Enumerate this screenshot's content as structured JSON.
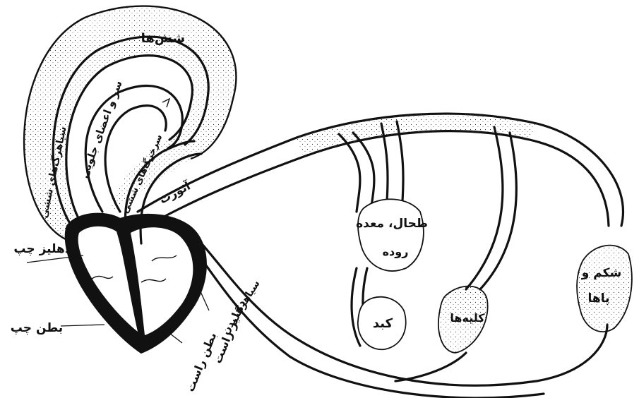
{
  "labels": {
    "lungs": "شش‌ها",
    "head": "سر و اعضای جلویی",
    "pulmonary_vein": "سیاهرگ‌های ششی",
    "pulmonary_artery": "سرخرگ‌های ششی",
    "aorta": "آئورت",
    "body_vein": "سیاهرگ بدن",
    "spleen_stomach": "طحال، معده",
    "intestine": "روده",
    "liver": "کبد",
    "kidneys": "کلیه‌ها",
    "abdomen": "شکم و",
    "legs": "پاها",
    "left_atrium": "دهلیز چپ",
    "left_ventricle": "بطن چپ",
    "right_atrium": "دهلیز راست",
    "right_ventricle": "بطن راست"
  }
}
